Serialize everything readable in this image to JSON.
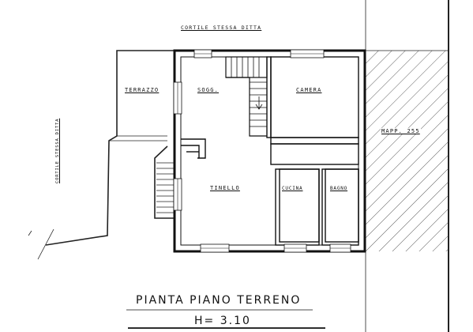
{
  "labels": {
    "cortile_top": "CORTILE STESSA DITTA",
    "cortile_side": "CORTILE STESSA DITTA",
    "terrazzo": "TERRAZZO",
    "sogg": "SOGG.",
    "camera": "CAMERA",
    "tinello": "TINELLO",
    "cucina": "CUCINA",
    "bagno": "BAGNO",
    "mapp": "MAPP. 255"
  },
  "title": {
    "main": "PIANTA PIANO TERRENO",
    "height": "H= 3.10"
  }
}
